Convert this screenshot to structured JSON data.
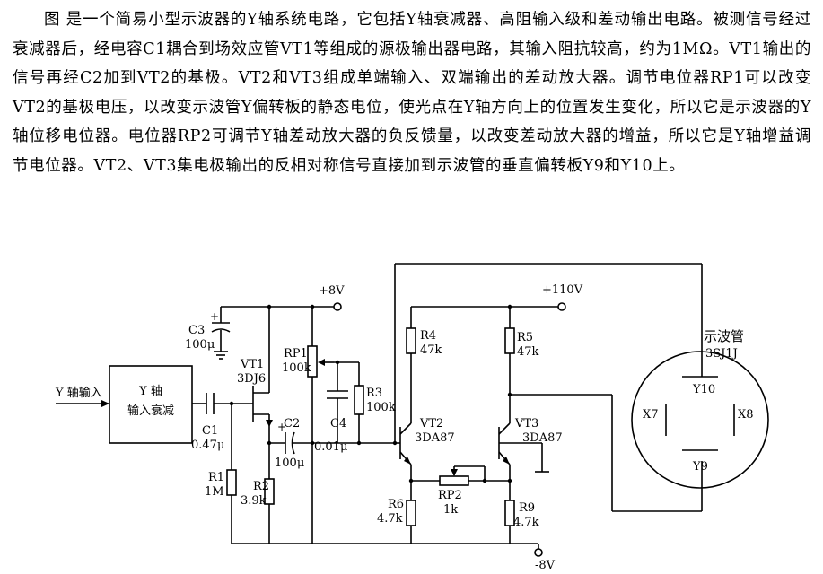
{
  "description": {
    "text": "图 是一个简易小型示波器的Y轴系统电路，它包括Y轴衰减器、高阻输入级和差动输出电路。被测信号经过衰减器后，经电容C1耦合到场效应管VT1等组成的源极输出器电路，其输入阻抗较高，约为1MΩ。VT1输出的信号再经C2加到VT2的基极。VT2和VT3组成单端输入、双端输出的差动放大器。调节电位器RP1可以改变VT2的基极电压，以改变示波管Y偏转板的静态电位，使光点在Y轴方向上的位置发生变化，所以它是示波器的Y轴位移电位器。电位器RP2可调节Y轴差动放大器的负反馈量，以改变差动放大器的增益，所以它是Y轴增益调节电位器。VT2、VT3集电极输出的反相对称信号直接加到示波管的垂直偏转板Y9和Y10上。"
  },
  "circuit": {
    "input_label": "Y 轴输入",
    "attenuator_line1": "Y 轴",
    "attenuator_line2": "输入衰减",
    "c1_name": "C1",
    "c1_value": "0.47μ",
    "c3_name": "C3",
    "c3_value": "100μ",
    "vt1_name": "VT1",
    "vt1_model": "3DJ6",
    "r1_name": "R1",
    "r1_value": "1M",
    "r2_name": "R2",
    "r2_value": "3.9k",
    "c2_name": "C2",
    "c2_value": "100μ",
    "rp1_name": "RP1",
    "rp1_value": "100k",
    "c4_name": "C4",
    "c4_value": "0.01μ",
    "r3_name": "R3",
    "r3_value": "100k",
    "v8p": "+8V",
    "v110": "+110V",
    "v8n": "-8V",
    "r4_name": "R4",
    "r4_value": "47k",
    "r5_name": "R5",
    "r5_value": "47k",
    "vt2_name": "VT2",
    "vt2_model": "3DA87",
    "vt3_name": "VT3",
    "vt3_model": "3DA87",
    "rp2_name": "RP2",
    "rp2_value": "1k",
    "r6_name": "R6",
    "r6_value": "4.7k",
    "r9_name": "R9",
    "r9_value": "4.7k",
    "crt_title": "示波管",
    "crt_model": "3SJ1J",
    "y10": "Y10",
    "y9": "Y9",
    "x7": "X7",
    "x8": "X8"
  }
}
